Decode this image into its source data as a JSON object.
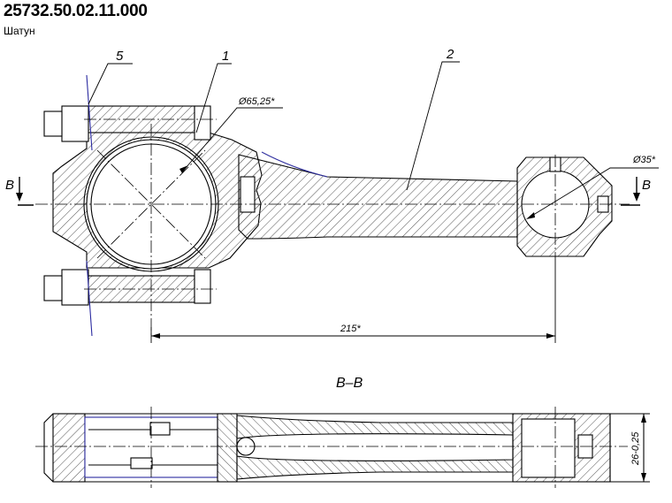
{
  "document": {
    "part_number": "25732.50.02.11.000",
    "part_name": "Шатун"
  },
  "callouts": [
    "5",
    "1",
    "2"
  ],
  "dimensions": {
    "big_bore": "Ø65,25*",
    "small_bore": "Ø35*",
    "center_distance": "215*",
    "width": "26-0,25"
  },
  "section": {
    "marker_left": "B",
    "marker_right": "B",
    "title": "B–B"
  },
  "colors": {
    "line": "#000000",
    "hatch": "#4a4a4a",
    "outline_blue": "#3030a0"
  }
}
